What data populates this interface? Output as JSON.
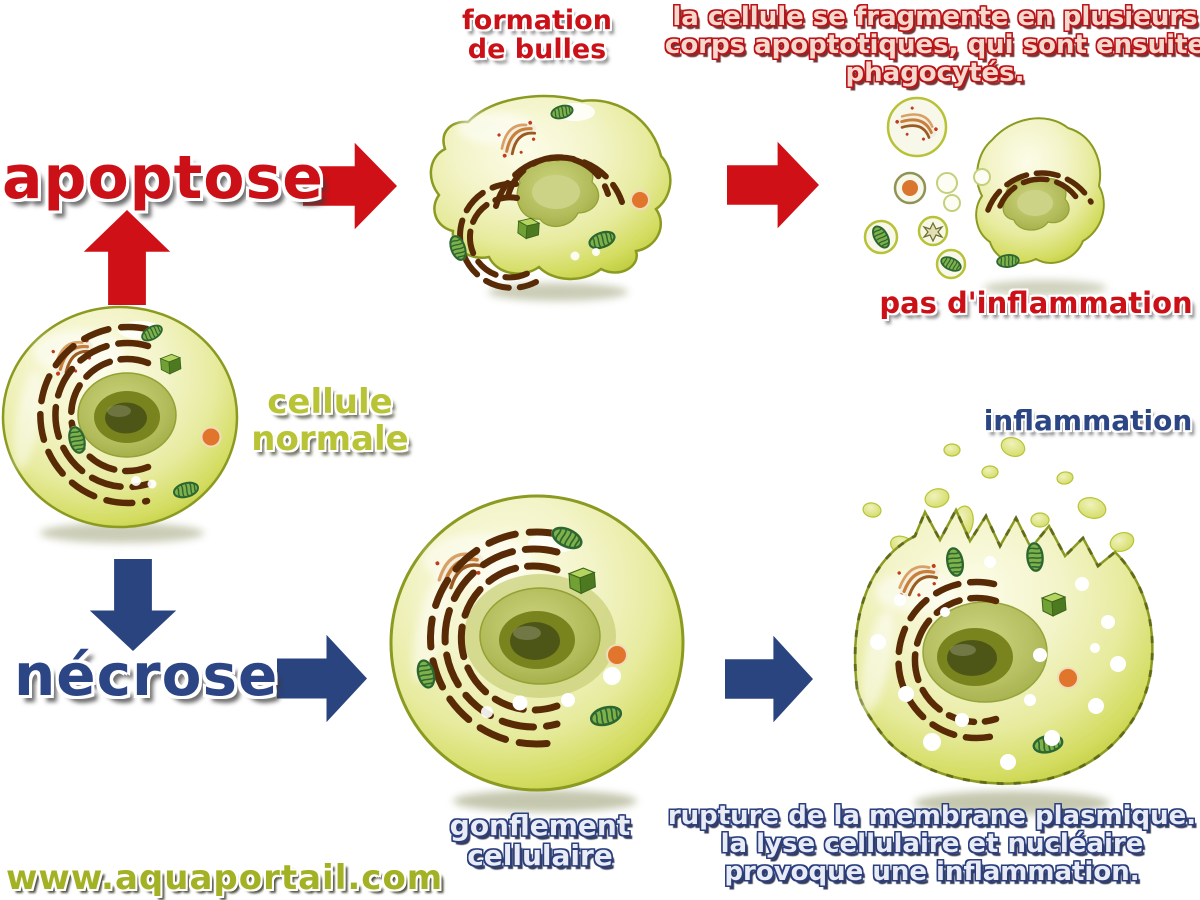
{
  "apoptosis": {
    "label": "apoptose",
    "blebbing_caption": [
      "formation",
      "de bulles"
    ],
    "fragmentation_caption": [
      "la cellule se fragmente en plusieurs",
      "corps apoptotiques, qui sont ensuite",
      "phagocytés."
    ],
    "outcome_label": "pas d'inflammation"
  },
  "normal_cell": {
    "caption": [
      "cellule",
      "normale"
    ]
  },
  "necrosis": {
    "label": "nécrose",
    "swelling_caption": [
      "gonflement",
      "cellulaire"
    ],
    "rupture_caption": [
      "rupture de la membrane plasmique.",
      "la lyse cellulaire et nucléaire",
      "provoque une inflammation."
    ],
    "outcome_label": "inflammation"
  },
  "watermark": "www.aquaportail.com",
  "colors": {
    "apoptosis_red": "#cb1117",
    "necrosis_blue": "#2c4584",
    "cell_olive": "#b8c435",
    "watermark_olive": "#a3b224"
  }
}
